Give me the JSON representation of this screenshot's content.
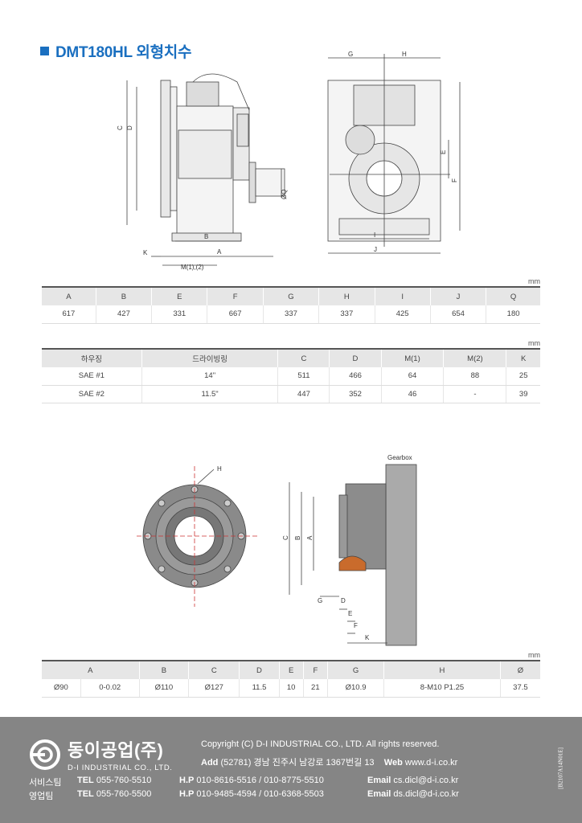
{
  "title": "DMT180HL 외형치수",
  "drawing_top": {
    "side_labels": [
      "C",
      "D",
      "B",
      "A",
      "K",
      "M(1),(2)",
      "ØQ"
    ],
    "front_labels": [
      "G",
      "H",
      "E",
      "F",
      "I",
      "J"
    ]
  },
  "drawing_mid": {
    "gearbox_label": "Gearbox",
    "flange_label": "H",
    "labels": [
      "C",
      "B",
      "A",
      "G",
      "D",
      "E",
      "F",
      "K"
    ]
  },
  "table1": {
    "unit": "mm",
    "headers": [
      "A",
      "B",
      "E",
      "F",
      "G",
      "H",
      "I",
      "J",
      "Q"
    ],
    "rows": [
      [
        "617",
        "427",
        "331",
        "667",
        "337",
        "337",
        "425",
        "654",
        "180"
      ]
    ]
  },
  "table2": {
    "unit": "mm",
    "headers": [
      "하우징",
      "드라이빙링",
      "C",
      "D",
      "M(1)",
      "M(2)",
      "K"
    ],
    "rows": [
      [
        "SAE #1",
        "14\"",
        "511",
        "466",
        "64",
        "88",
        "25"
      ],
      [
        "SAE #2",
        "11.5\"",
        "447",
        "352",
        "46",
        "-",
        "39"
      ]
    ]
  },
  "table3": {
    "unit": "mm",
    "headers": [
      "A",
      "B",
      "C",
      "D",
      "E",
      "F",
      "G",
      "H",
      "Ø"
    ],
    "rows": [
      [
        "Ø90",
        "0-0.02",
        "Ø110",
        "Ø127",
        "11.5",
        "10",
        "21",
        "Ø10.9",
        "8-M10 P1.25",
        "37.5"
      ]
    ]
  },
  "footer": {
    "logo_ko": "동이공업(주)",
    "logo_en": "D-I INDUSTRIAL CO., LTD.",
    "copyright": "Copyright (C) D-I INDUSTRIAL CO., LTD. All rights reserved.",
    "add_label": "Add",
    "address": "(52781) 경남 진주시 남강로 1367번길 13",
    "web_label": "Web",
    "web": "www.d-i.co.kr",
    "service_team": "서비스팀",
    "service_tel_label": "TEL",
    "service_tel": "055-760-5510",
    "service_hp_label": "H.P",
    "service_hp": "010-8616-5516 / 010-8775-5510",
    "service_email_label": "Email",
    "service_email": "cs.dicl@d-i.co.kr",
    "sales_team": "영업팀",
    "sales_tel_label": "TEL",
    "sales_tel": "055-760-5500",
    "sales_hp_label": "H.P",
    "sales_hp": "010-9485-4594 / 010-6368-5503",
    "sales_email_label": "Email",
    "sales_email": "ds.dicl@d-i.co.kr",
    "doc_no": "[B2107A14N01E]"
  }
}
